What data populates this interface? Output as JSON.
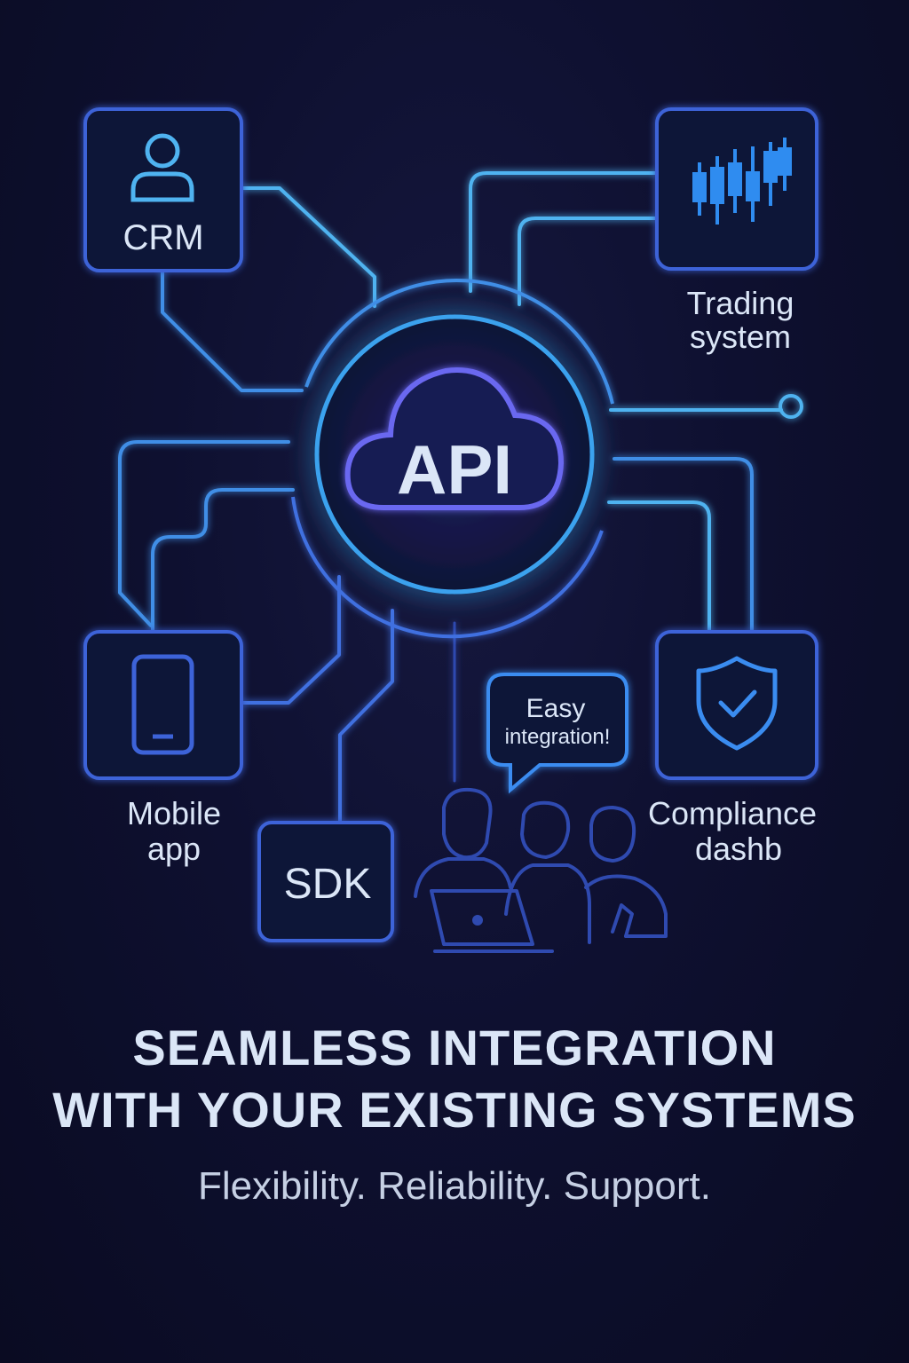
{
  "hub": {
    "label": "API",
    "icon": "cloud-icon"
  },
  "nodes": {
    "crm": {
      "label": "CRM",
      "icon": "user-icon"
    },
    "trading": {
      "label_line1": "Trading",
      "label_line2": "system",
      "icon": "candlestick-chart-icon"
    },
    "mobile": {
      "label_line1": "Mobile",
      "label_line2": "app",
      "icon": "smartphone-icon"
    },
    "sdk": {
      "label": "SDK"
    },
    "compliance": {
      "label_line1": "Compliance",
      "label_line2": "dashb",
      "icon": "shield-check-icon"
    }
  },
  "speech_bubble": {
    "line1": "Easy",
    "line2": "integration!"
  },
  "team_illustration": {
    "icon": "people-with-laptop-icon"
  },
  "headline": {
    "line1": "SEAMLESS INTEGRATION",
    "line2": "WITH YOUR EXISTING SYSTEMS"
  },
  "tagline": "Flexibility. Reliability. Support.",
  "colors": {
    "background": "#0d0f2b",
    "line_blue": "#3f8ee6",
    "line_light": "#4fb3f0",
    "box_stroke": "#3d63d8",
    "cloud_stroke": "#6b67f0",
    "text": "#dbe6f7"
  }
}
